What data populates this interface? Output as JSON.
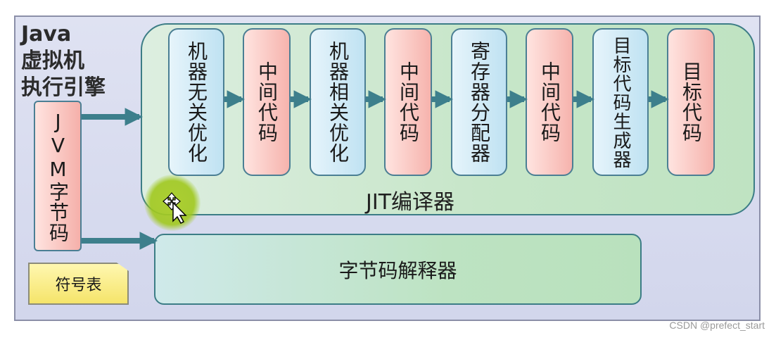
{
  "title": [
    "Java",
    "虚拟机",
    "执行引擎"
  ],
  "jvm_bytecode": "JVM字节码",
  "symbol_table": "符号表",
  "jit": {
    "label": "JIT编译器",
    "stages": [
      {
        "text": "机器无关优化",
        "kind": "blue"
      },
      {
        "text": "中间代码",
        "kind": "pink"
      },
      {
        "text": "机器相关优化",
        "kind": "blue"
      },
      {
        "text": "中间代码",
        "kind": "pink"
      },
      {
        "text": "寄存器分配器",
        "kind": "blue"
      },
      {
        "text": "中间代码",
        "kind": "pink"
      },
      {
        "text": "目标代码生成器",
        "kind": "blue"
      },
      {
        "text": "目标代码",
        "kind": "pink"
      }
    ]
  },
  "interpreter": "字节码解释器",
  "watermark": "CSDN @prefect_start",
  "colors": {
    "frame": "#d7daee",
    "jit_green": "#c7e6c9",
    "stage_blue": "#bfe2f2",
    "stage_pink": "#f6b3ad",
    "arrow": "#3d7f8c",
    "symbol_yellow": "#f5e46a"
  },
  "icons": {
    "cursor": "move-cursor-icon"
  }
}
